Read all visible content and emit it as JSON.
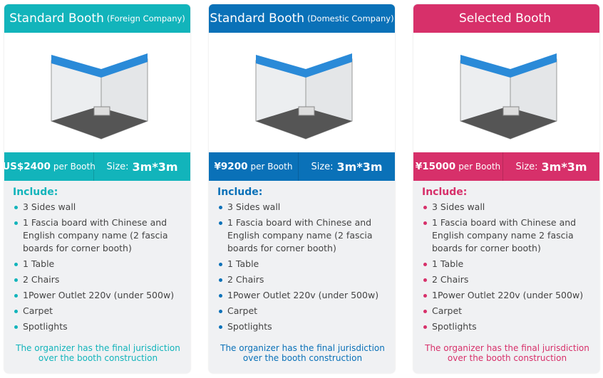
{
  "cards": [
    {
      "title": "Standard Booth",
      "subtitle": "(Foreign Company)",
      "price": "US$2400",
      "per": "per Booth",
      "size_label": "Size:",
      "size": "3m*3m",
      "include": "Include:",
      "items": [
        "3 Sides wall",
        "1 Fascia board with Chinese and English company name (2 fascia boards for corner booth)",
        "1 Table",
        "2 Chairs",
        "1Power Outlet 220v (under 500w)",
        "Carpet",
        "Spotlights"
      ],
      "note": "The organizer has the final jurisdiction over the booth construction",
      "color": "#12b4bb"
    },
    {
      "title": "Standard Booth",
      "subtitle": "(Domestic Company)",
      "price": "¥9200",
      "per": "per Booth",
      "size_label": "Size:",
      "size": "3m*3m",
      "include": "Include:",
      "items": [
        "3 Sides wall",
        "1 Fascia board with Chinese and English company name (2 fascia boards for corner booth)",
        "1 Table",
        "2 Chairs",
        "1Power Outlet 220v (under 500w)",
        "Carpet",
        "Spotlights"
      ],
      "note": "The organizer has the final jurisdiction over the booth construction",
      "color": "#0a71b8"
    },
    {
      "title": "Selected Booth",
      "subtitle": "",
      "price": "¥15000",
      "per": "per Booth",
      "size_label": "Size:",
      "size": "3m*3m",
      "include": "Include:",
      "items": [
        "3 Sides wall",
        "1 Fascia board with Chinese and English company name 2 fascia boards for corner booth)",
        "1 Table",
        "2 Chairs",
        "1Power Outlet 220v (under 500w)",
        "Carpet",
        "Spotlights"
      ],
      "note": "The organizer has the final jurisdiction over the booth construction",
      "color": "#d7306a"
    }
  ]
}
